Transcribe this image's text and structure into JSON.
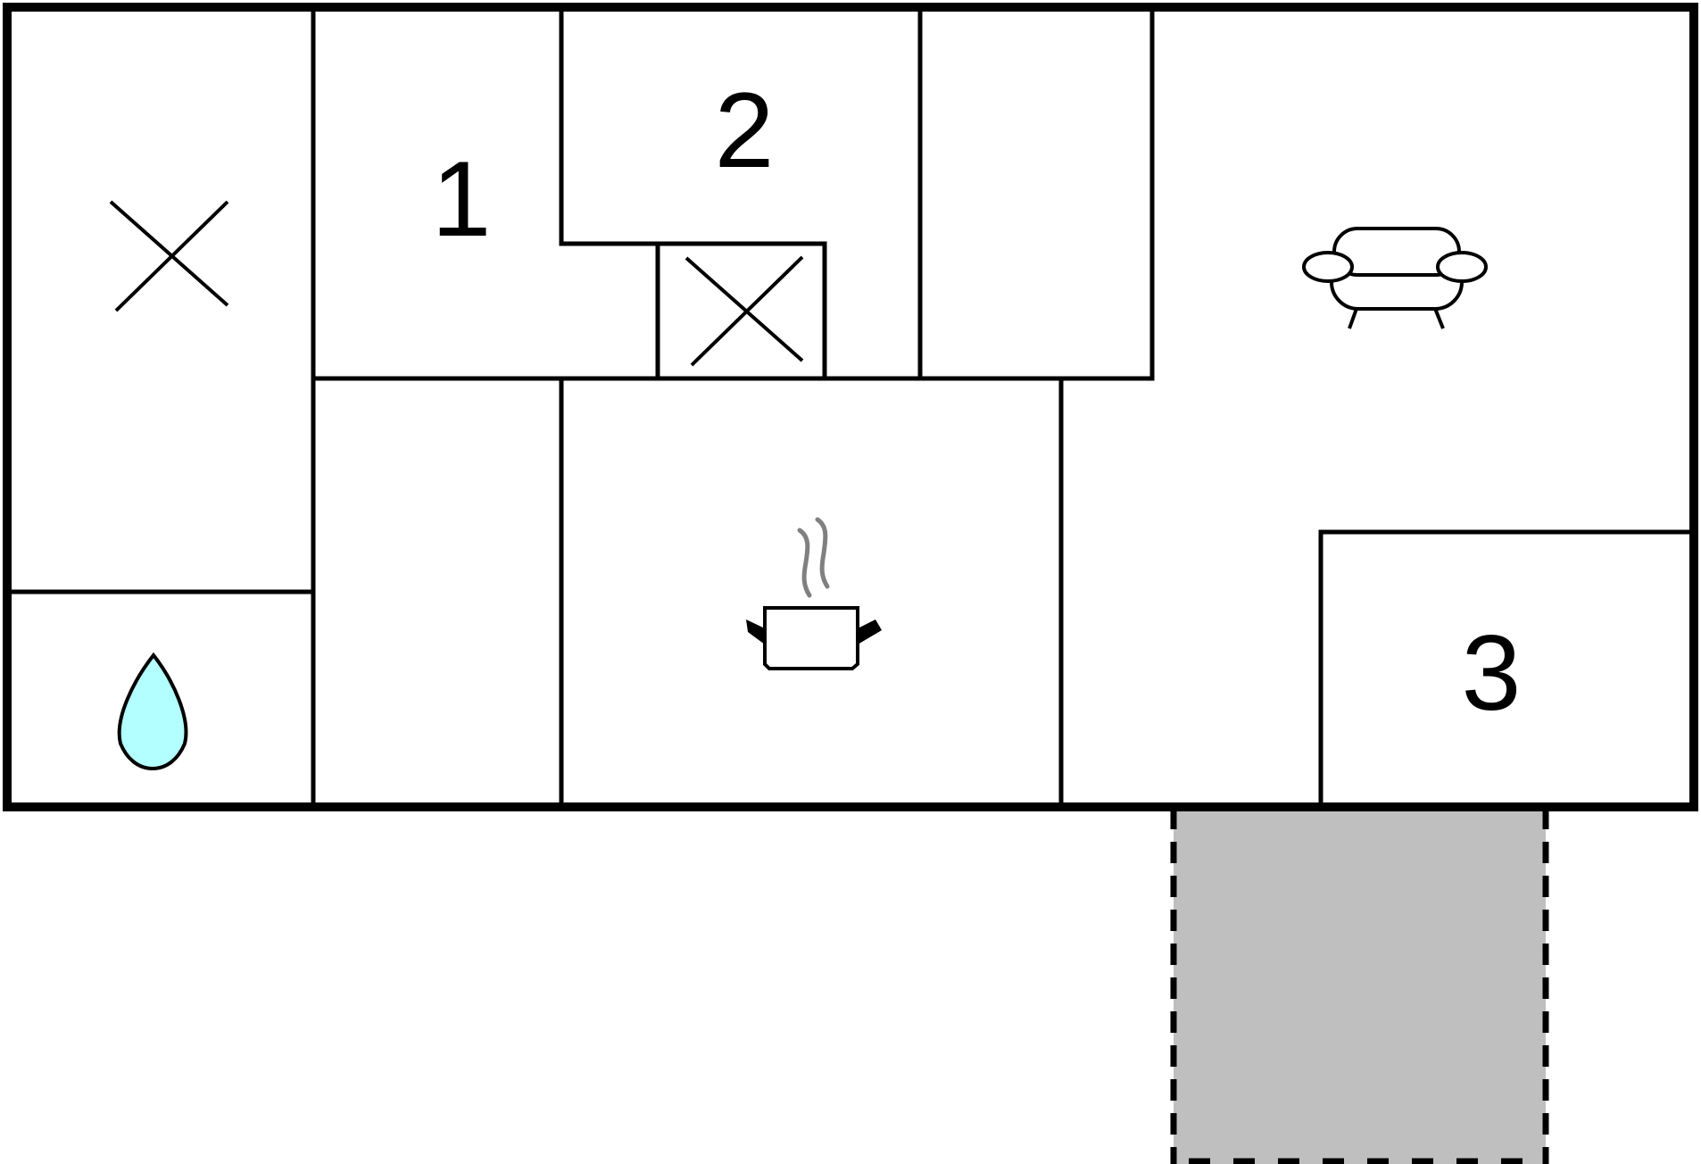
{
  "floorplan": {
    "rooms": [
      {
        "id": "wc",
        "icon": "toilet-cross-icon"
      },
      {
        "id": "bedroom-1",
        "label": "1"
      },
      {
        "id": "bedroom-2",
        "label": "2"
      },
      {
        "id": "shaft",
        "icon": "cross-icon"
      },
      {
        "id": "closet"
      },
      {
        "id": "living-room",
        "icon": "sofa-icon"
      },
      {
        "id": "bathroom",
        "icon": "water-drop-icon"
      },
      {
        "id": "hall"
      },
      {
        "id": "kitchen",
        "icon": "cooking-pot-icon"
      },
      {
        "id": "corridor"
      },
      {
        "id": "bedroom-3",
        "label": "3"
      },
      {
        "id": "terrace"
      }
    ],
    "colors": {
      "wall": "#000000",
      "water_drop": "#b3ffff",
      "terrace": "#bfbfbf",
      "steam": "#808080"
    }
  }
}
